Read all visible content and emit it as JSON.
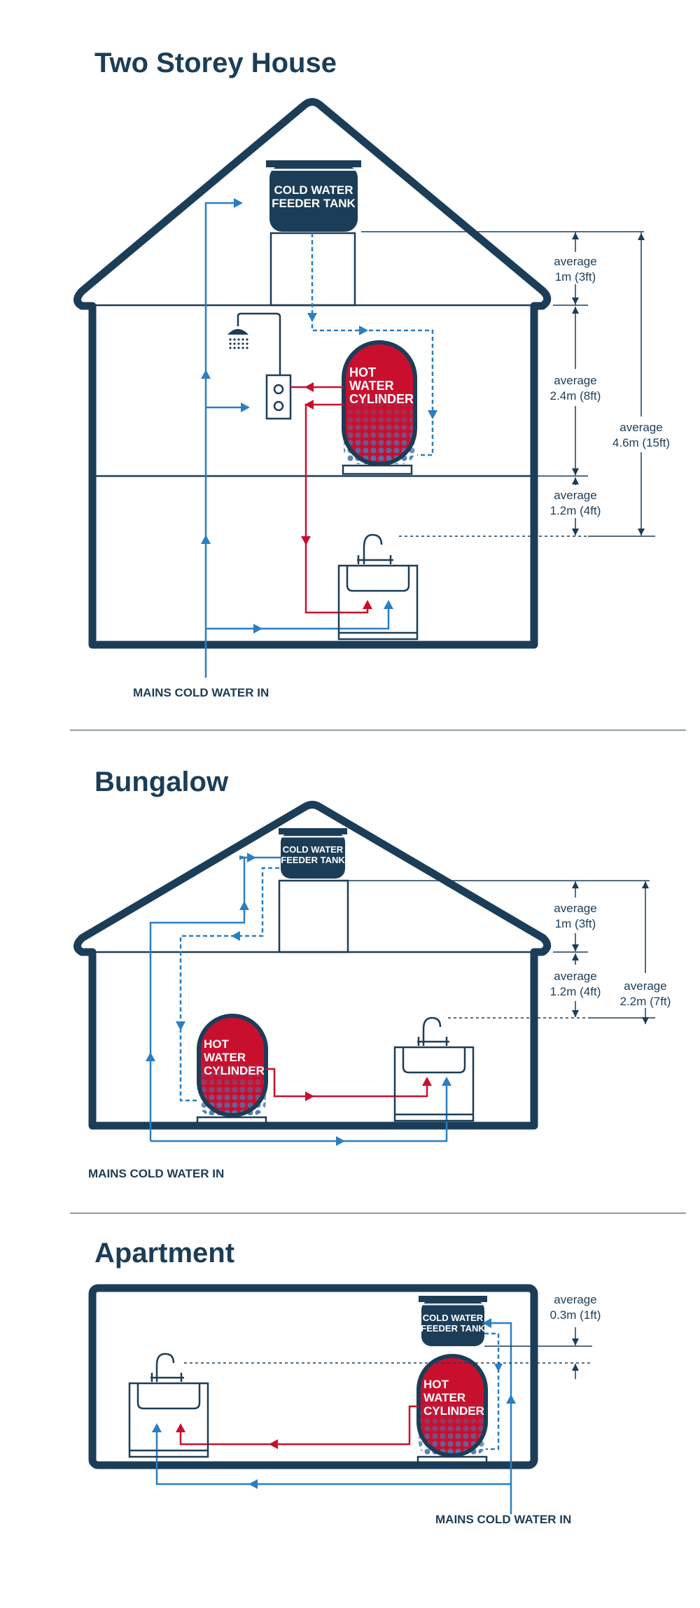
{
  "sections": {
    "two_storey": {
      "title": "Two Storey House",
      "tank_line1": "COLD WATER",
      "tank_line2": "FEEDER TANK",
      "cylinder_line1": "HOT",
      "cylinder_line2": "WATER",
      "cylinder_line3": "CYLINDER",
      "m1": {
        "line1": "average",
        "line2": "1m (3ft)"
      },
      "m2": {
        "line1": "average",
        "line2": "2.4m (8ft)"
      },
      "m3": {
        "line1": "average",
        "line2": "1.2m (4ft)"
      },
      "total": {
        "line1": "average",
        "line2": "4.6m (15ft)"
      },
      "mains": "MAINS COLD WATER IN"
    },
    "bungalow": {
      "title": "Bungalow",
      "tank_line1": "COLD WATER",
      "tank_line2": "FEEDER TANK",
      "cylinder_line1": "HOT",
      "cylinder_line2": "WATER",
      "cylinder_line3": "CYLINDER",
      "m1": {
        "line1": "average",
        "line2": "1m (3ft)"
      },
      "m2": {
        "line1": "average",
        "line2": "1.2m (4ft)"
      },
      "total": {
        "line1": "average",
        "line2": "2.2m (7ft)"
      },
      "mains": "MAINS COLD WATER IN"
    },
    "apartment": {
      "title": "Apartment",
      "tank_line1": "COLD WATER",
      "tank_line2": "FEEDER TANK",
      "cylinder_line1": "HOT",
      "cylinder_line2": "WATER",
      "cylinder_line3": "CYLINDER",
      "m1": {
        "line1": "average",
        "line2": "0.3m (1ft)"
      },
      "mains": "MAINS COLD WATER IN"
    }
  },
  "colors": {
    "navy": "#1c3d57",
    "cold": "#2a7fc1",
    "hot": "#c8102e",
    "dots": "#4a77b3"
  }
}
